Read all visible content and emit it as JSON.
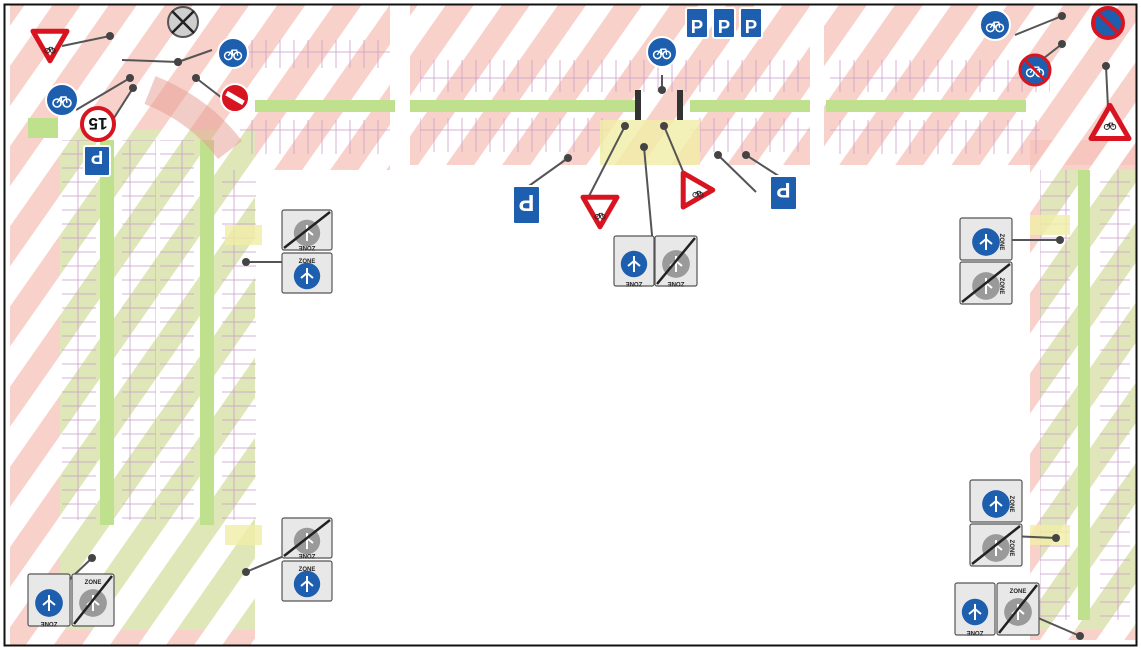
{
  "colors": {
    "frame": "#111111",
    "hatch_red": "#f2a9a0",
    "hatch_green": "#cfe7a4",
    "hatch_yellow": "#f3f0b8",
    "parking_line": "#c9a0c9",
    "sign_blue": "#1d5fae",
    "sign_red": "#d7141f",
    "connector": "#555555",
    "grey_sign": "#9a9a9a"
  },
  "sign_texts": {
    "speed_limit": "15",
    "parking_letter": "P",
    "zone_word": "ZONE"
  },
  "signs": [
    {
      "name": "bicycle-sign-left",
      "type": "blue-bike"
    },
    {
      "name": "bicycle-sign-top-left",
      "type": "blue-bike"
    },
    {
      "name": "bicycle-sign-top-center",
      "type": "blue-bike"
    },
    {
      "name": "bicycle-sign-top-right",
      "type": "blue-bike"
    },
    {
      "name": "no-bicycle-sign-top-right",
      "type": "no-bike"
    },
    {
      "name": "no-parking-sign-top-right",
      "type": "no-parking"
    },
    {
      "name": "no-entry-sign-top-left",
      "type": "no-entry"
    },
    {
      "name": "speed-limit-sign",
      "type": "speed"
    },
    {
      "name": "yield-sign-top-left",
      "type": "yield"
    },
    {
      "name": "yield-sign-center-left",
      "type": "yield-bike"
    },
    {
      "name": "yield-sign-center-right",
      "type": "yield-bike"
    },
    {
      "name": "yield-sign-right",
      "type": "yield-bike"
    },
    {
      "name": "parking-sign-left",
      "type": "parking"
    },
    {
      "name": "parking-sign-center-left",
      "type": "parking"
    },
    {
      "name": "parking-sign-center-right",
      "type": "parking"
    },
    {
      "name": "parking-signs-top-center",
      "type": "parking-group"
    },
    {
      "name": "pedestrian-zone-end-sign",
      "type": "zone-end"
    },
    {
      "name": "pedestrian-zone-sign",
      "type": "zone"
    }
  ]
}
